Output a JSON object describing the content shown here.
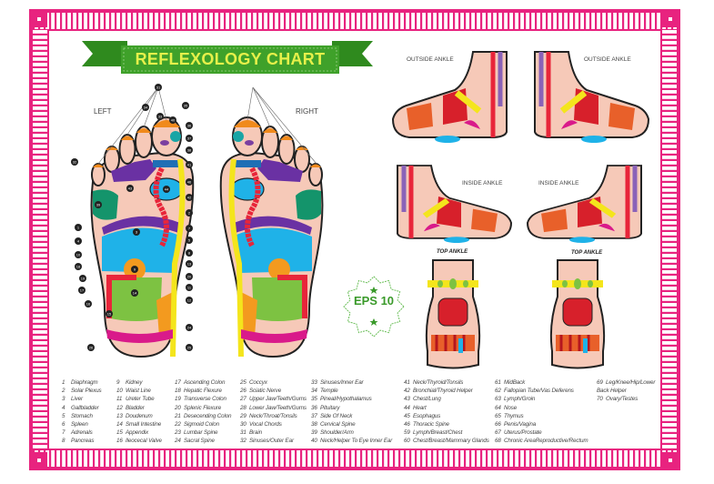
{
  "title": "REFLEXOLOGY CHART",
  "labels": {
    "left": "LEFT",
    "right": "RIGHT"
  },
  "ankles": {
    "outside_left": "OUTSIDE ANKLE",
    "outside_right": "OUTSIDE ANKLE",
    "inside_left": "INSIDE ANKLE",
    "inside_right": "INSIDE ANKLE",
    "top_left": "TOP ANKLE",
    "top_right": "TOP ANKLE"
  },
  "badge": "EPS 10",
  "colors": {
    "frame": "#e8237f",
    "banner": "#3fa12a",
    "title_text": "#e6f04a",
    "skin": "#f6c9b8"
  },
  "legend": [
    [
      [
        "1",
        "Diaphragm"
      ],
      [
        "2",
        "Solar Plexus"
      ],
      [
        "3",
        "Liver"
      ],
      [
        "4",
        "Gallbladder"
      ],
      [
        "5",
        "Stomach"
      ],
      [
        "6",
        "Spleen"
      ],
      [
        "7",
        "Adrenals"
      ],
      [
        "8",
        "Pancreas"
      ]
    ],
    [
      [
        "9",
        "Kidney"
      ],
      [
        "10",
        "Waist Line"
      ],
      [
        "11",
        "Ureter Tube"
      ],
      [
        "12",
        "Bladder"
      ],
      [
        "13",
        "Doudenum"
      ],
      [
        "14",
        "Small Intestine"
      ],
      [
        "15",
        "Appendix"
      ],
      [
        "16",
        "Ileocecal Valve"
      ]
    ],
    [
      [
        "17",
        "Ascending Colon"
      ],
      [
        "18",
        "Hepatic Flexure"
      ],
      [
        "19",
        "Transverse Colon"
      ],
      [
        "20",
        "Splenic Flexure"
      ],
      [
        "21",
        "Desecending Colon"
      ],
      [
        "22",
        "Sigmoid Colon"
      ],
      [
        "23",
        "Lumbar Spine"
      ],
      [
        "24",
        "Sacral Spine"
      ]
    ],
    [
      [
        "25",
        "Coccyx"
      ],
      [
        "26",
        "Sciatic Nerve"
      ],
      [
        "27",
        "Upper Jaw/Teeth/Gums"
      ],
      [
        "28",
        "Lower Jaw/Teeth/Gums"
      ],
      [
        "29",
        "Neck/Throat/Tonsils"
      ],
      [
        "30",
        "Vocal Chords"
      ],
      [
        "31",
        "Brain"
      ],
      [
        "32",
        "Sinuses/Outer Ear"
      ]
    ],
    [
      [
        "33",
        "Sinuses/Inner Ear"
      ],
      [
        "34",
        "Temple"
      ],
      [
        "35",
        "Pineal/Hypothalamus"
      ],
      [
        "36",
        "Pituitary"
      ],
      [
        "37",
        "Side Of Neck"
      ],
      [
        "38",
        "Cervical Spine"
      ],
      [
        "39",
        "Shoulder/Arm"
      ],
      [
        "40",
        "Neck/Helper To Eye Inner Ear"
      ]
    ],
    [
      [
        "41",
        "Neck/Thyroid/Tonsils"
      ],
      [
        "42",
        "Bronchial/Thyroid Helper"
      ],
      [
        "43",
        "Chest/Lung"
      ],
      [
        "44",
        "Heart"
      ],
      [
        "45",
        "Esophagus"
      ],
      [
        "46",
        "Thoracic Spine"
      ],
      [
        "59",
        "Lymph/Breast/Chest"
      ],
      [
        "60",
        "Chest/Breast/Mammary Glands"
      ]
    ],
    [
      [
        "61",
        "MidBack"
      ],
      [
        "62",
        "Fallopian Tube/Vas Deferens"
      ],
      [
        "63",
        "Lymph/Groin"
      ],
      [
        "64",
        "Nose"
      ],
      [
        "65",
        "Thymus"
      ],
      [
        "66",
        "Penis/Vagina"
      ],
      [
        "67",
        "Uterus/Prostate"
      ],
      [
        "68",
        "Chronic AreaReproductive/Rectum"
      ]
    ],
    [
      [
        "69",
        "Leg/Knee/Hip/Lower Back Helper"
      ],
      [
        "70",
        "Ovary/Testes"
      ]
    ]
  ],
  "markers_left": [
    "31",
    "34",
    "35",
    "36",
    "37",
    "38",
    "41",
    "46",
    "42",
    "2",
    "7",
    "5",
    "8",
    "13",
    "20",
    "11",
    "12",
    "24",
    "25",
    "26",
    "32",
    "33",
    "40",
    "39",
    "43",
    "44",
    "3",
    "1",
    "4",
    "10",
    "18",
    "19",
    "17",
    "14",
    "16",
    "15",
    "9"
  ]
}
